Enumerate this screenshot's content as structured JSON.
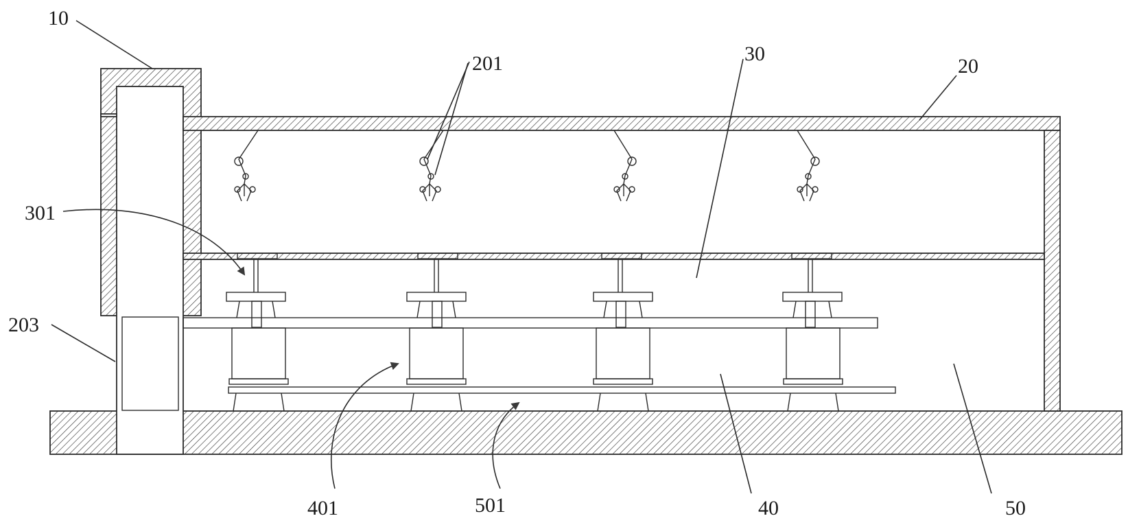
{
  "labels": {
    "l10": "10",
    "l201": "201",
    "l30": "30",
    "l20": "20",
    "l301": "301",
    "l203": "203",
    "l401": "401",
    "l501": "501",
    "l40": "40",
    "l50": "50"
  },
  "colors": {
    "line": "#2a2a2a",
    "background": "#ffffff",
    "hatch": "#3a3a3a"
  }
}
